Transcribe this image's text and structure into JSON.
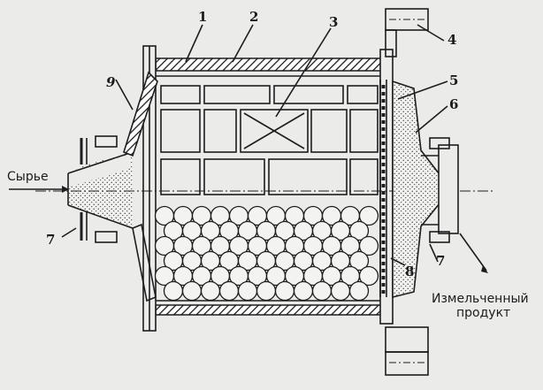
{
  "diagram": {
    "labels": {
      "inlet": "Сырье",
      "outlet_line1": "Измельченный",
      "outlet_line2": "продукт"
    },
    "callouts": [
      {
        "id": "1",
        "text": "1"
      },
      {
        "id": "2",
        "text": "2"
      },
      {
        "id": "3",
        "text": "3"
      },
      {
        "id": "4",
        "text": "4"
      },
      {
        "id": "5",
        "text": "5"
      },
      {
        "id": "6",
        "text": "6"
      },
      {
        "id": "7a",
        "text": "7"
      },
      {
        "id": "7b",
        "text": "7"
      },
      {
        "id": "8",
        "text": "8"
      },
      {
        "id": "9",
        "text": "9"
      }
    ]
  }
}
